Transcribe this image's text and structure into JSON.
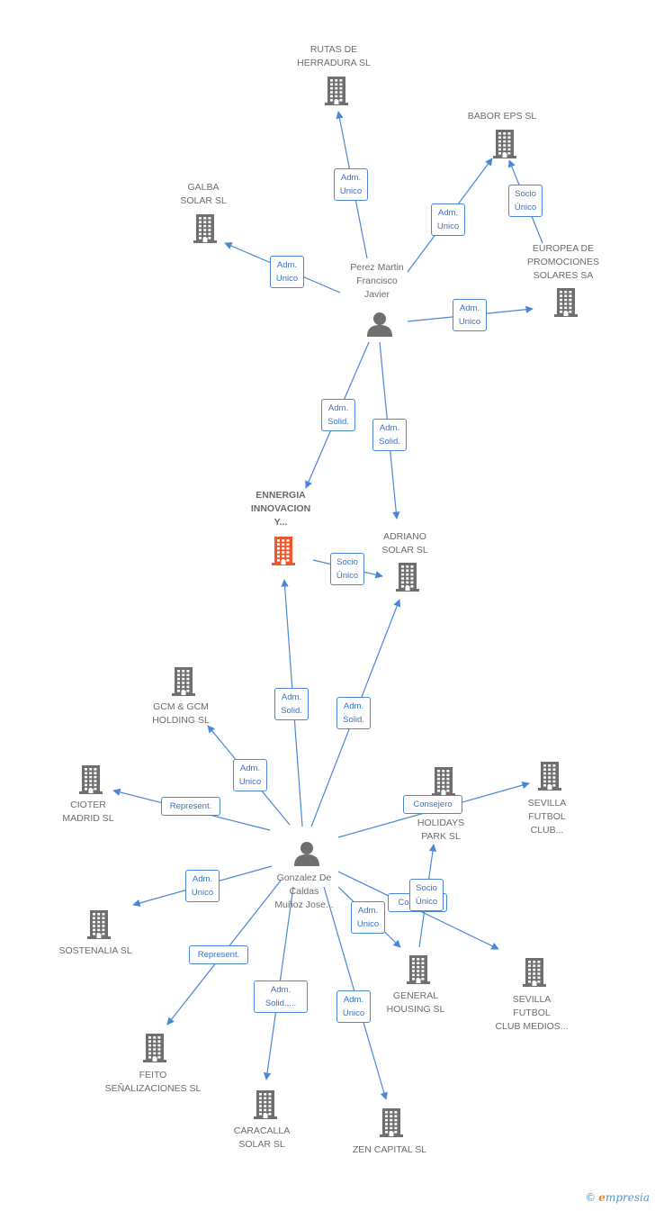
{
  "nodes": {
    "rutas": {
      "label": "RUTAS DE\nHERRADURA SL",
      "kind": "company"
    },
    "babor": {
      "label": "BABOR EPS SL",
      "kind": "company"
    },
    "galba": {
      "label": "GALBA\nSOLAR SL",
      "kind": "company"
    },
    "europea": {
      "label": "EUROPEA DE\nPROMOCIONES\nSOLARES SA",
      "kind": "company"
    },
    "perez": {
      "label": "Perez Martin\nFrancisco\nJavier",
      "kind": "person"
    },
    "ennergia": {
      "label": "ENNERGIA\nINNOVACION\nY...",
      "kind": "focus"
    },
    "adriano": {
      "label": "ADRIANO\nSOLAR SL",
      "kind": "company"
    },
    "gcm": {
      "label": "GCM & GCM\nHOLDING SL",
      "kind": "company"
    },
    "cioter": {
      "label": "CIOTER\nMADRID SL",
      "kind": "company"
    },
    "holidays": {
      "label": "HOLIDAYS\nPARK SL",
      "kind": "company"
    },
    "sevilla1": {
      "label": "SEVILLA\nFUTBOL\nCLUB...",
      "kind": "company"
    },
    "gonzalez": {
      "label": "Gonzalez De\nCaldas\nMuñoz Jose...",
      "kind": "person"
    },
    "sostenalia": {
      "label": "SOSTENALIA SL",
      "kind": "company"
    },
    "general": {
      "label": "GENERAL\nHOUSING SL",
      "kind": "company"
    },
    "sevilla2": {
      "label": "SEVILLA\nFUTBOL\nCLUB MEDIOS...",
      "kind": "company"
    },
    "feito": {
      "label": "FEITO\nSEÑALIZACIONES SL",
      "kind": "company"
    },
    "caracalla": {
      "label": "CARACALLA\nSOLAR SL",
      "kind": "company"
    },
    "zen": {
      "label": "ZEN CAPITAL SL",
      "kind": "company"
    }
  },
  "edges": [
    {
      "from": "perez",
      "to": "rutas",
      "label": "Adm.\nUnico"
    },
    {
      "from": "perez",
      "to": "babor",
      "label": "Adm.\nUnico"
    },
    {
      "from": "europea",
      "to": "babor",
      "label": "Socio\nÚnico"
    },
    {
      "from": "perez",
      "to": "galba",
      "label": "Adm.\nUnico"
    },
    {
      "from": "perez",
      "to": "europea",
      "label": "Adm.\nUnico"
    },
    {
      "from": "perez",
      "to": "ennergia",
      "label": "Adm.\nSolid."
    },
    {
      "from": "perez",
      "to": "adriano",
      "label": "Adm.\nSolid."
    },
    {
      "from": "ennergia",
      "to": "adriano",
      "label": "Socio\nÚnico"
    },
    {
      "from": "gonzalez",
      "to": "ennergia",
      "label": "Adm.\nSolid."
    },
    {
      "from": "gonzalez",
      "to": "adriano",
      "label": "Adm.\nSolid."
    },
    {
      "from": "gonzalez",
      "to": "gcm",
      "label": "Adm.\nUnico"
    },
    {
      "from": "gonzalez",
      "to": "cioter",
      "label": "Represent."
    },
    {
      "from": "gonzalez",
      "to": "sevilla1",
      "label": "Consejero"
    },
    {
      "from": "gonzalez",
      "to": "sostenalia",
      "label": "Adm.\nUnico"
    },
    {
      "from": "gonzalez",
      "to": "general",
      "label": "Adm.\nUnico"
    },
    {
      "from": "gonzalez",
      "to": "sevilla2",
      "label": "Consejero"
    },
    {
      "from": "general",
      "to": "holidays",
      "label": "Socio\nÚnico"
    },
    {
      "from": "gonzalez",
      "to": "feito",
      "label": "Represent."
    },
    {
      "from": "gonzalez",
      "to": "caracalla",
      "label": "Adm.\nSolid.,..."
    },
    {
      "from": "gonzalez",
      "to": "zen",
      "label": "Adm.\nUnico"
    }
  ],
  "colors": {
    "edge": "#4a86d8",
    "company": "#6f6f6f",
    "focus": "#f0562a",
    "person": "#6f6f6f"
  },
  "brand": {
    "copyright": "©",
    "initial": "e",
    "name": "mpresia"
  }
}
